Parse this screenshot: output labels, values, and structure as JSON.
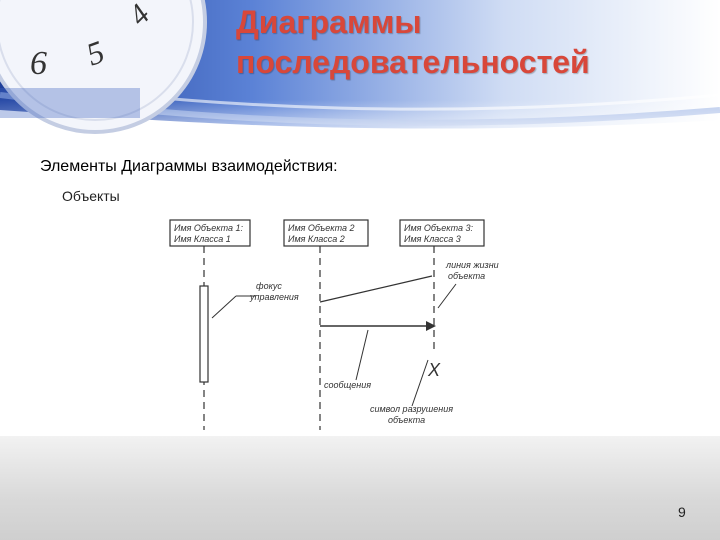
{
  "title": {
    "line1": "Диаграммы",
    "line2": "последовательностей"
  },
  "subtitle": "Элементы Диаграммы взаимодействия:",
  "bullet": "Объекты",
  "diagram": {
    "objects": [
      {
        "name": "Имя Объекта 1:",
        "class": "Имя Класса 1"
      },
      {
        "name": "Имя Объекта 2",
        "class": "Имя Класса 2"
      },
      {
        "name": "Имя Объекта 3:",
        "class": "Имя Класса 3"
      }
    ],
    "labels": {
      "focus_1": "фокус",
      "focus_2": "управления",
      "lifeline_1": "линия жизни",
      "lifeline_2": "объекта",
      "messages": "сообщения",
      "destroy_1": "символ разрушения",
      "destroy_2": "объекта",
      "destroy_mark": "X"
    }
  },
  "page_number": "9"
}
